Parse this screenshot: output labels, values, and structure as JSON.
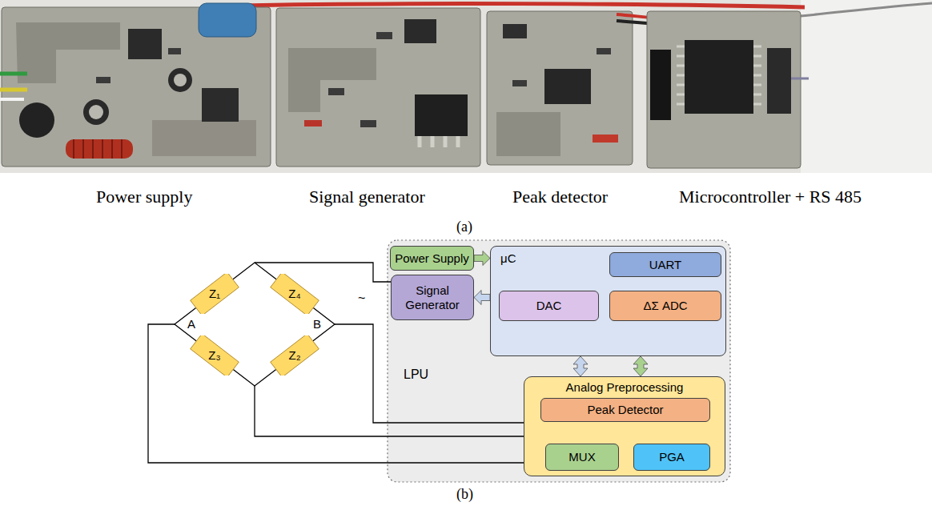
{
  "diagram": {
    "nodes": [
      {
        "text": [
          "Z₁"
        ]
      },
      {
        "text": [
          "Z₄"
        ]
      },
      {
        "text": [
          "Z₃"
        ]
      },
      {
        "text": [
          "Z₂"
        ]
      },
      {
        "text": [
          "LPU"
        ]
      },
      {
        "text": [
          "Power Supply"
        ],
        "in": 4
      },
      {
        "text": [
          "μC"
        ],
        "in": 4
      },
      {
        "text": [
          "UART"
        ],
        "in": 6
      },
      {
        "text": [
          "DAC"
        ],
        "in": 6
      },
      {
        "text": [
          "ΔΣ ADC"
        ],
        "in": 6
      },
      {
        "text": [
          "Signal Generator"
        ],
        "in": 4
      },
      {
        "text": [
          "Analog Preprocessing"
        ],
        "in": 4
      },
      {
        "text": [
          "Peak Detector"
        ],
        "in": 11
      },
      {
        "text": [
          "MUX"
        ],
        "in": 11
      },
      {
        "text": [
          "PGA"
        ],
        "in": 11
      }
    ],
    "edges": [
      {
        "from": 0,
        "to": 1,
        "arrow": "none"
      },
      {
        "from": 0,
        "to": 2,
        "arrow": "none"
      },
      {
        "from": 1,
        "to": 3,
        "arrow": "none"
      },
      {
        "from": 2,
        "to": 3,
        "arrow": "none"
      },
      {
        "from": 5,
        "to": 6,
        "arrow": "to"
      },
      {
        "from": 6,
        "to": 10,
        "arrow": "to"
      },
      {
        "from": 6,
        "to": 11,
        "arrow": "both"
      },
      {
        "from": 6,
        "to": 11,
        "arrow": "both"
      }
    ],
    "labels": [
      "Power supply",
      "Signal generator",
      "Peak detector",
      "Microcontroller + RS 485",
      "(a)",
      "A",
      "B",
      "~",
      "(b)"
    ]
  }
}
